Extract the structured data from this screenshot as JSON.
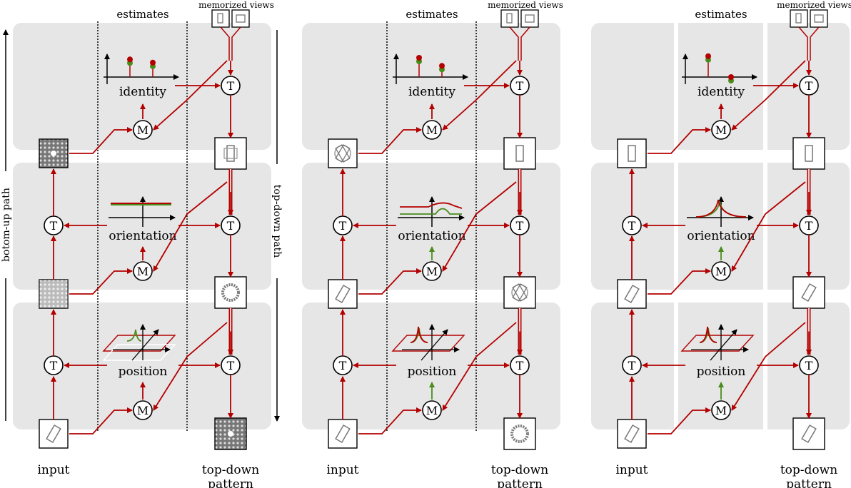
{
  "side_labels": {
    "bottom_up": "botom-up path",
    "top_down": "top-down path"
  },
  "headers": {
    "estimates": "estimates",
    "memorized": "memorized views"
  },
  "estimates": {
    "identity": "identity",
    "orientation": "orientation",
    "position": "position"
  },
  "nodes": {
    "transform": "T",
    "match": "M"
  },
  "footer": {
    "input": "input",
    "top_down_1": "top-down",
    "top_down_2": "pattern"
  },
  "panels": [
    {
      "stage": "initial",
      "separators": "dashed",
      "identity_stems": [
        0.55,
        0.45
      ],
      "orientation": "flat",
      "position_curve": "broad",
      "green_feedback": false,
      "top_pattern": "dense",
      "bottom_pattern": "dense"
    },
    {
      "stage": "intermediate",
      "separators": "dashed",
      "identity_stems": [
        0.6,
        0.35
      ],
      "orientation": "bump",
      "position_curve": "peaked",
      "green_feedback": true,
      "top_pattern": "mixed",
      "bottom_pattern": "ring"
    },
    {
      "stage": "converged",
      "separators": "gap",
      "identity_stems": [
        0.65,
        0.0
      ],
      "orientation": "peak",
      "position_curve": "peaked",
      "green_feedback": true,
      "top_pattern": "single",
      "bottom_pattern": "single"
    }
  ],
  "colors": {
    "arrow": "#b40000",
    "green": "#4a8c1c",
    "band": "#e6e6e6"
  }
}
